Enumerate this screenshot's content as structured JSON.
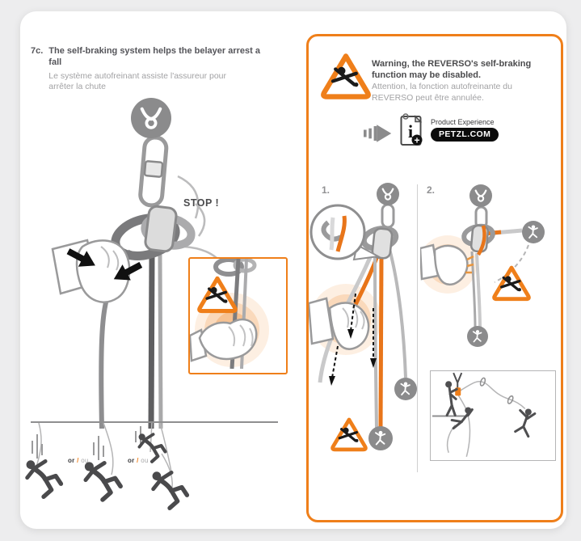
{
  "page": {
    "background": "#ededee",
    "card_bg": "#ffffff"
  },
  "colors": {
    "accent_orange": "#ef7f1a",
    "rope_orange": "#e8751a",
    "text_dark": "#4b4b4d",
    "text_gray": "#a2a2a4",
    "icon_gray": "#8b8b8c",
    "silhouette_dark": "#4a4a4c",
    "badge_black": "#0b0b0b"
  },
  "left_panel": {
    "step_number": "7c.",
    "title_en": "The self-braking system helps the belayer arrest a fall",
    "title_fr": "Le système autofreinant assiste l'assureur pour arrêter la chute",
    "stop_label": "STOP !",
    "or_label": {
      "or": "or",
      "slash": "/",
      "ou": "ou"
    }
  },
  "right_panel": {
    "warning_en": "Warning, the REVERSO's self-braking function may be disabled.",
    "warning_fr": "Attention, la fonction autofreinante du REVERSO peut être annulée.",
    "product_label": "Product Experience",
    "petzl_badge": "PETZL.COM",
    "figure1_label": "1.",
    "figure2_label": "2."
  },
  "icons": {
    "hazard_triangle": "danger-warning-triangle",
    "anchor": "anchor-point",
    "climber": "climber-figure",
    "doc_info_i": "i",
    "doc_info_plus": "+",
    "forward_arrow": "forward-arrow"
  }
}
